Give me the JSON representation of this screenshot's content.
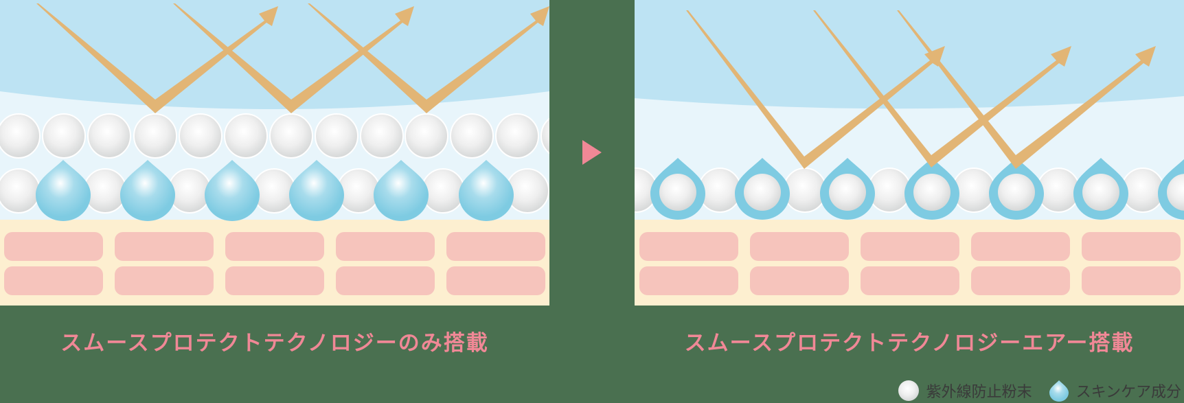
{
  "panels": [
    {
      "id": "left",
      "caption": "スムースプロテクトテクノロジーのみ搭載",
      "description": "UV reflected by particle layer; skincare drops separate"
    },
    {
      "id": "right",
      "caption": "スムースプロテクトテクノロジーエアー搭載",
      "description": "UV reflected; skincare coating surrounds powder particles"
    }
  ],
  "legend": [
    {
      "icon": "white-sphere-icon",
      "label": "紫外線防止粉末"
    },
    {
      "icon": "blue-drop-icon",
      "label": "スキンケア成分"
    }
  ],
  "transition_icon": "right-triangle-arrow-icon",
  "colors": {
    "background": "#4a7050",
    "sky": "#bde3f3",
    "upper_skin": "#e8f5fb",
    "skin_base": "#fdefd0",
    "cells": "#f6c4bc",
    "arrows": "#e2b575",
    "drops": "#7ecbe2",
    "caption": "#f08896",
    "legend_text": "#3a3a3a"
  }
}
